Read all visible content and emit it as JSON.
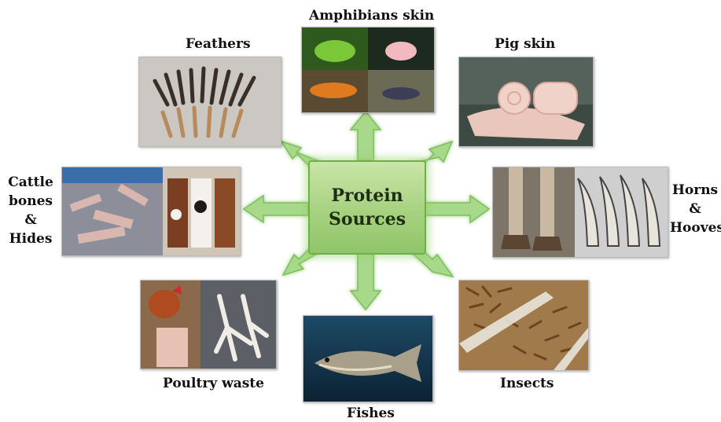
{
  "hub": {
    "line1": "Protein",
    "line2": "Sources"
  },
  "sources": {
    "amphibians": "Amphibians skin",
    "feathers": "Feathers",
    "pig_skin": "Pig skin",
    "cattle_line1": "Cattle",
    "cattle_line2": "bones",
    "cattle_line3": "&",
    "cattle_line4": "Hides",
    "horns_line1": "Horns",
    "horns_line2": "&",
    "horns_line3": "Hooves",
    "poultry": "Poultry waste",
    "fishes": "Fishes",
    "insects": "Insects"
  },
  "colors": {
    "arrow_fill": "#a8d98a",
    "arrow_stroke": "#7cbf5a",
    "hub_fill": "#a6d27f"
  }
}
